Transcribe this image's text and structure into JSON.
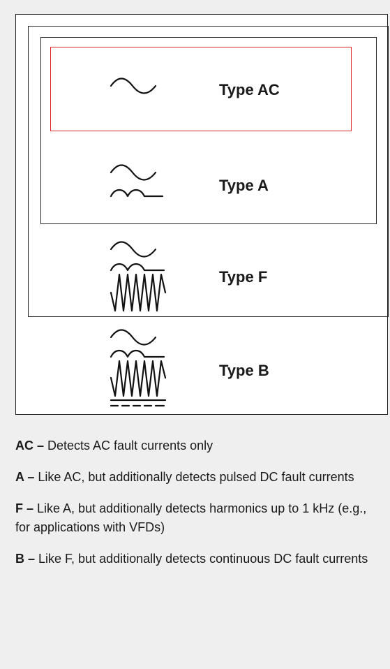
{
  "types": {
    "ac": {
      "label": "Type AC",
      "waveform": "sine"
    },
    "a": {
      "label": "Type A",
      "waveform": "sine + pulsed DC"
    },
    "f": {
      "label": "Type F",
      "waveform": "sine + pulsed DC + high frequency"
    },
    "b": {
      "label": "Type B",
      "waveform": "sine + pulsed DC + high frequency + smooth DC"
    }
  },
  "highlight_color": "#e3262b",
  "descriptions": [
    {
      "key": "AC –",
      "text": " Detects AC fault currents only"
    },
    {
      "key": "A –",
      "text": " Like AC, but additionally detects pulsed DC fault currents"
    },
    {
      "key": "F –",
      "text": " Like A, but additionally detects harmonics up to 1 kHz (e.g., for applications with VFDs)"
    },
    {
      "key": "B –",
      "text": " Like F, but additionally detects continuous DC fault currents"
    }
  ]
}
